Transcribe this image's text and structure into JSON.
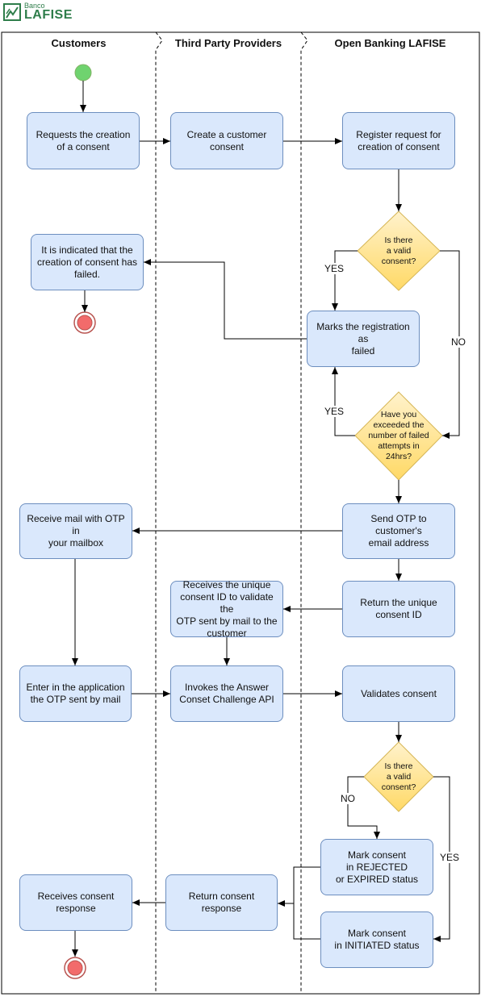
{
  "logo": {
    "small": "Banco",
    "big": "LAFISE"
  },
  "lanes": {
    "customers": "Customers",
    "tpp": "Third Party Providers",
    "open_banking": "Open Banking LAFISE"
  },
  "nodes": {
    "requests_creation": "Requests the creation\nof a consent",
    "create_customer_consent": "Create a customer\nconsent",
    "register_request": "Register request for\ncreation of consent",
    "is_valid_consent_1": "Is there\na valid\nconsent?",
    "creation_failed": "It is indicated that the\ncreation of consent has\nfailed.",
    "marks_failed": "Marks the registration as\nfailed",
    "exceeded_attempts": "Have you\nexceeded the\nnumber of failed\nattempts in\n24hrs?",
    "receive_mail": "Receive mail with OTP in\nyour mailbox",
    "send_otp": "Send OTP to customer's\nemail address",
    "receives_unique_id": "Receives the unique\nconsent ID to validate the\nOTP sent by mail to the\ncustomer",
    "return_unique_id": "Return the unique\nconsent ID",
    "enter_otp": "Enter in the application\nthe OTP sent by mail",
    "invokes_api": "Invokes the Answer\nConset Challenge API",
    "validates_consent": "Validates consent",
    "is_valid_consent_2": "Is there\na valid\nconsent?",
    "mark_rejected": "Mark consent\nin REJECTED\nor EXPIRED status",
    "receives_response": "Receives consent\nresponse",
    "return_response": "Return consent\nresponse",
    "mark_initiated": "Mark consent\nin INITIATED status"
  },
  "edge_labels": {
    "yes_1": "YES",
    "no_1": "NO",
    "yes_2": "YES",
    "no_2": "NO",
    "yes_3": "YES"
  },
  "colors": {
    "box_fill": "#dae8fc",
    "box_stroke": "#6c8ebf",
    "decision_fill": "#fff2cc",
    "decision_stroke": "#d6b656",
    "start_fill": "#6fd36f",
    "end_fill": "#f8cecc",
    "end_stroke": "#b85450",
    "logo": "#2e7d4a"
  }
}
